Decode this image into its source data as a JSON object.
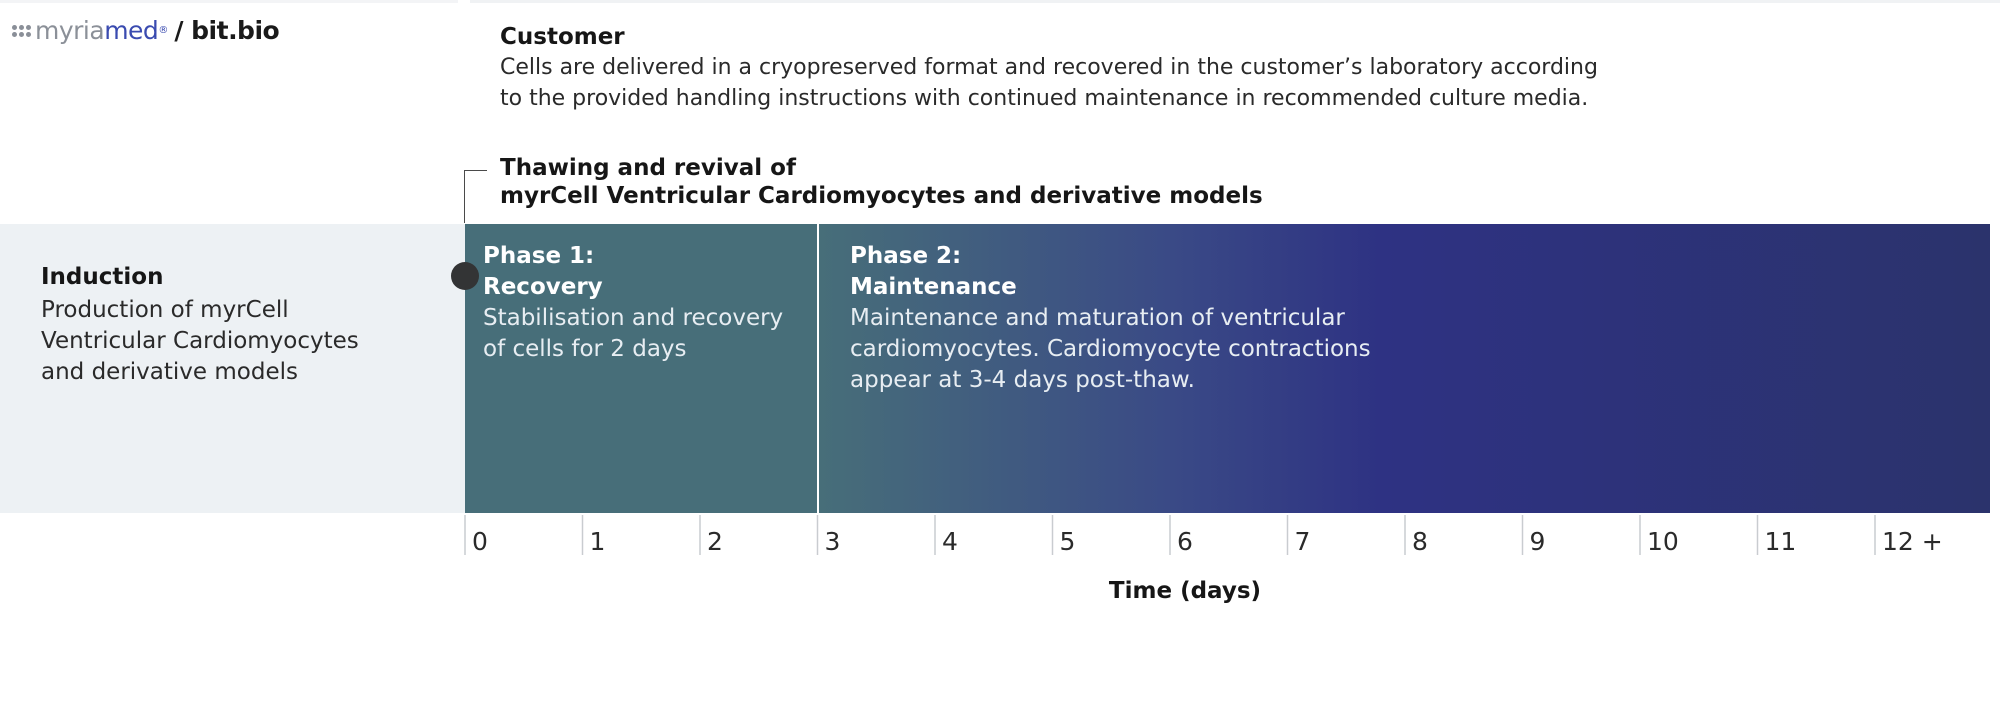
{
  "logo": {
    "part1": "myria",
    "part2": "med",
    "registered": "®",
    "part3": "/ bit.bio"
  },
  "customer": {
    "title": "Customer",
    "line1": "Cells are delivered in a cryopreserved format and recovered in the customer’s laboratory according",
    "line2": "to the provided handling instructions with continued maintenance in recommended culture media."
  },
  "thawing": {
    "line1": "Thawing and revival of",
    "line2": "myrCell Ventricular Cardiomyocytes and derivative models"
  },
  "induction": {
    "title": "Induction",
    "line1": "Production of myrCell",
    "line2": "Ventricular Cardiomyocytes",
    "line3": "and derivative models"
  },
  "phase1": {
    "title_line1": "Phase 1:",
    "title_line2": "Recovery",
    "body_line1": "Stabilisation and recovery",
    "body_line2": "of cells for 2 days"
  },
  "phase2": {
    "title_line1": "Phase 2:",
    "title_line2": "Maintenance",
    "body_line1": "Maintenance and maturation of ventricular",
    "body_line2": "cardiomyocytes. Cardiomyocyte contractions",
    "body_line3": "appear at 3-4 days post-thaw."
  },
  "axis": {
    "label": "Time (days)",
    "ticks": [
      "0",
      "1",
      "2",
      "3",
      "4",
      "5",
      "6",
      "7",
      "8",
      "9",
      "10",
      "11",
      "12 +"
    ]
  },
  "colors": {
    "induction_bg": "#edf1f4",
    "phase1_bg": "#476e79",
    "phase2_gradient_mid": "#2e3283",
    "phase2_gradient_end": "#2b336c",
    "marker": "#333435"
  }
}
